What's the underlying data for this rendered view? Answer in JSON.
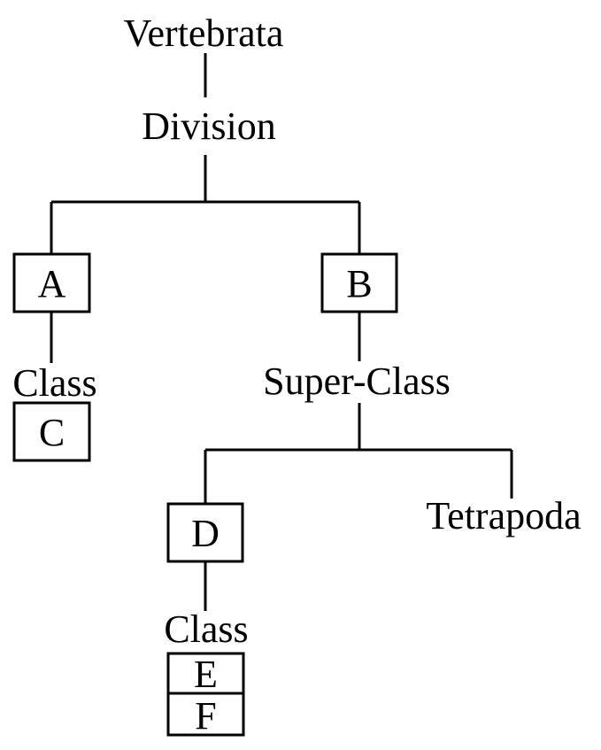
{
  "diagram": {
    "root_label": "Vertebrata",
    "rank_division": "Division",
    "box_a": "A",
    "box_b": "B",
    "rank_class_left": "Class",
    "box_c": "C",
    "rank_superclass": "Super-Class",
    "box_d": "D",
    "tetrapoda_label": "Tetrapoda",
    "rank_class_lower": "Class",
    "box_e": "E",
    "box_f": "F"
  }
}
